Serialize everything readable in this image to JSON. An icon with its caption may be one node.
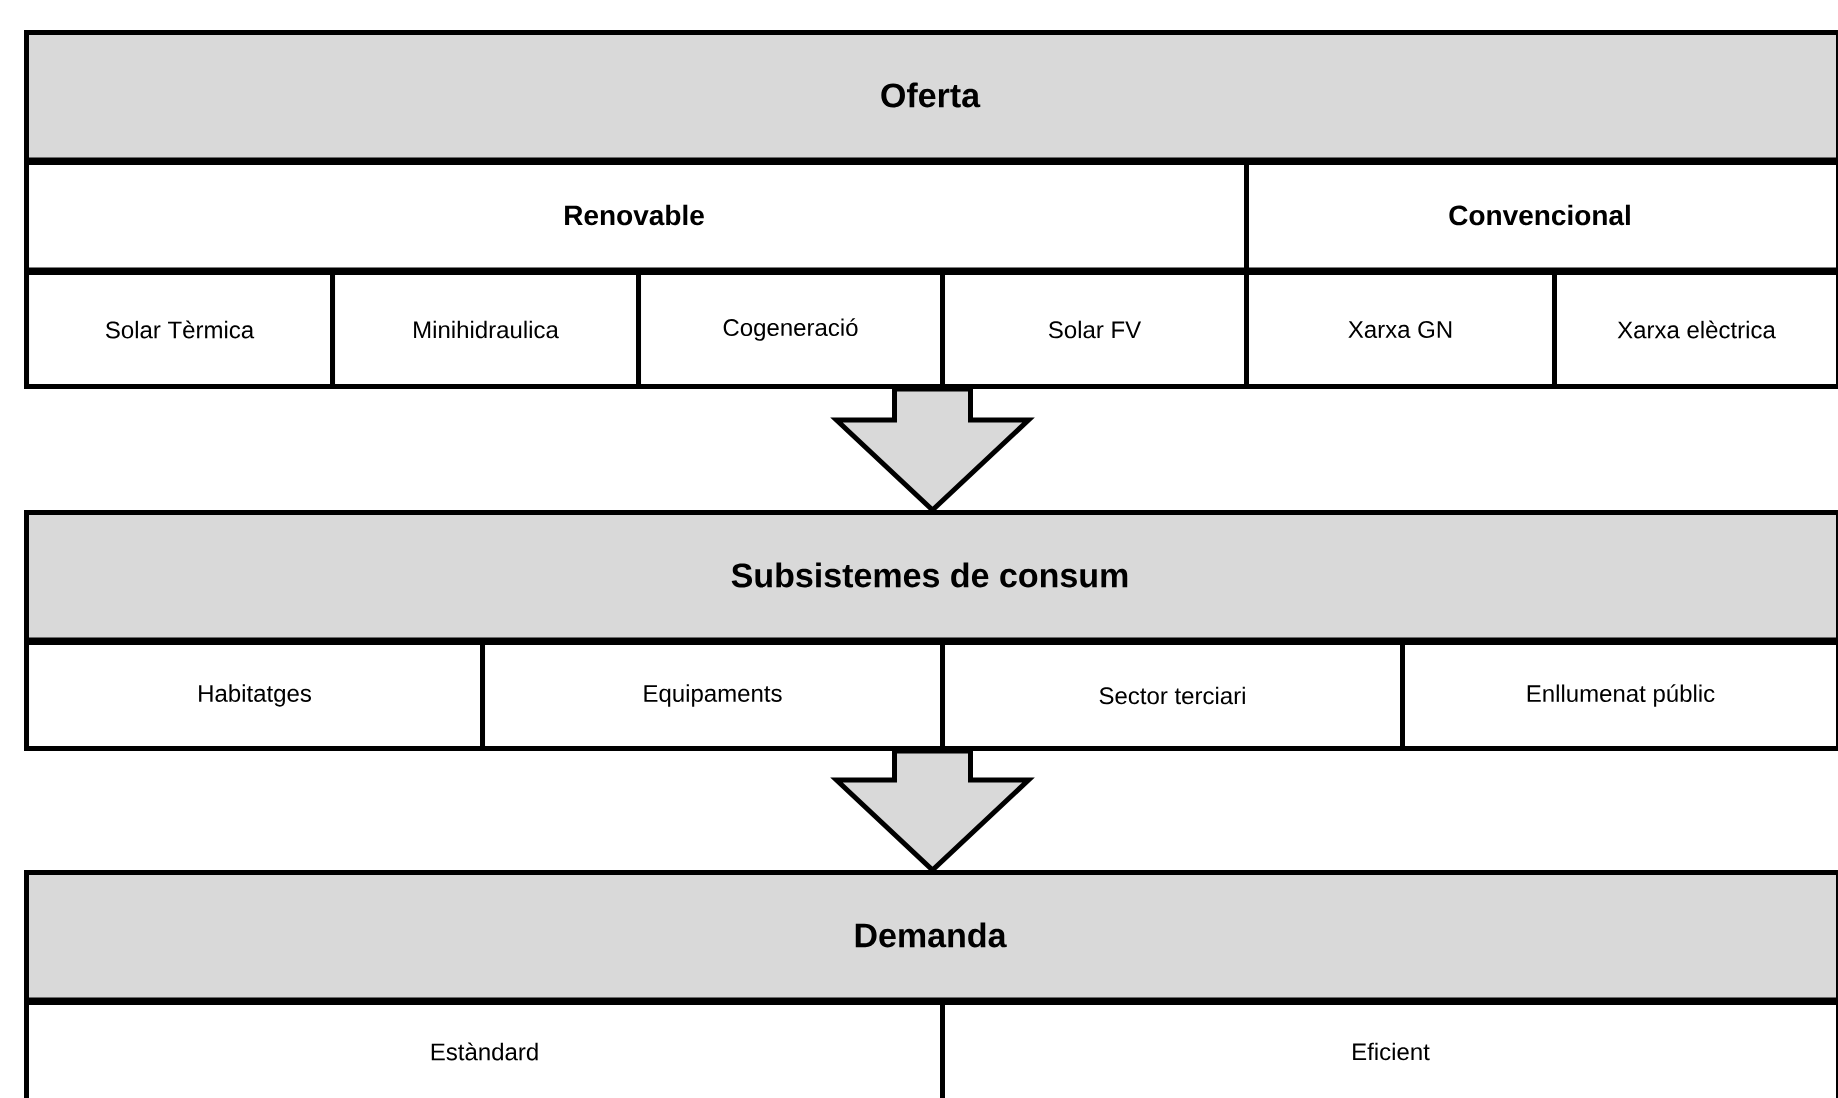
{
  "diagram": {
    "nodes": [
      {
        "text": [
          "Oferta"
        ]
      },
      {
        "text": [
          "Renovable"
        ],
        "in": 0
      },
      {
        "text": [
          "Convencional"
        ],
        "in": 0
      },
      {
        "text": [
          "Solar Tèrmica"
        ],
        "in": 1
      },
      {
        "text": [
          "Minihidraulica"
        ],
        "in": 1
      },
      {
        "text": [
          "Cogeneració"
        ],
        "in": 1
      },
      {
        "text": [
          "Solar FV"
        ],
        "in": 1
      },
      {
        "text": [
          "Xarxa GN"
        ],
        "in": 2
      },
      {
        "text": [
          "Xarxa elèctrica"
        ],
        "in": 2
      },
      {
        "text": [
          "Subsistemes de consum"
        ]
      },
      {
        "text": [
          "Habitatges"
        ],
        "in": 9
      },
      {
        "text": [
          "Equipaments"
        ],
        "in": 9
      },
      {
        "text": [
          "Sector terciari"
        ],
        "in": 9
      },
      {
        "text": [
          "Enllumenat públic"
        ],
        "in": 9
      },
      {
        "text": [
          "Demanda"
        ]
      },
      {
        "text": [
          "Estàndard"
        ],
        "in": 14
      },
      {
        "text": [
          "Eficient"
        ],
        "in": 14
      }
    ],
    "edges": [
      {
        "from": 0,
        "to": 9,
        "arrow": "to"
      },
      {
        "from": 9,
        "to": 14,
        "arrow": "to"
      }
    ]
  }
}
